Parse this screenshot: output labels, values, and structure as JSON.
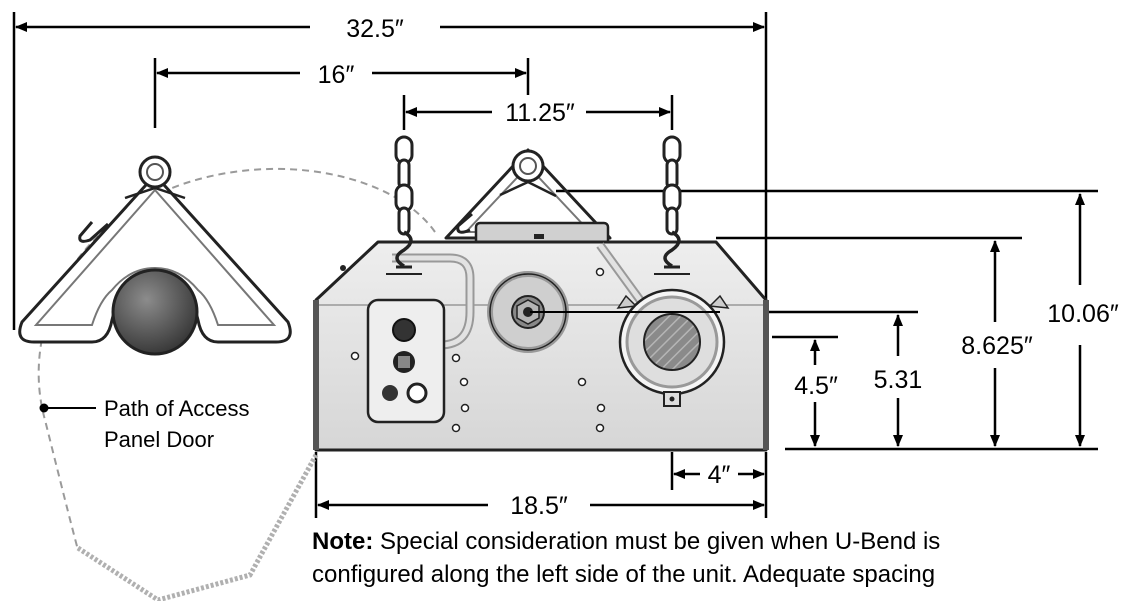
{
  "dimensions": {
    "overall_width": "32.5″",
    "hanger_offset": "16″",
    "chain_spacing": "11.25″",
    "unit_width": "18.5″",
    "right_offset": "4″",
    "height_4_5": "4.5″",
    "height_5_31": "5.31",
    "height_8_625": "8.625″",
    "height_10_06": "10.06″"
  },
  "labels": {
    "door_path_line1": "Path of Access",
    "door_path_line2": "Panel Door"
  },
  "note": {
    "label": "Note:",
    "line1": "Special consideration must be given when U-Bend is",
    "line2": "configured along the left side of the unit.  Adequate spacing"
  }
}
